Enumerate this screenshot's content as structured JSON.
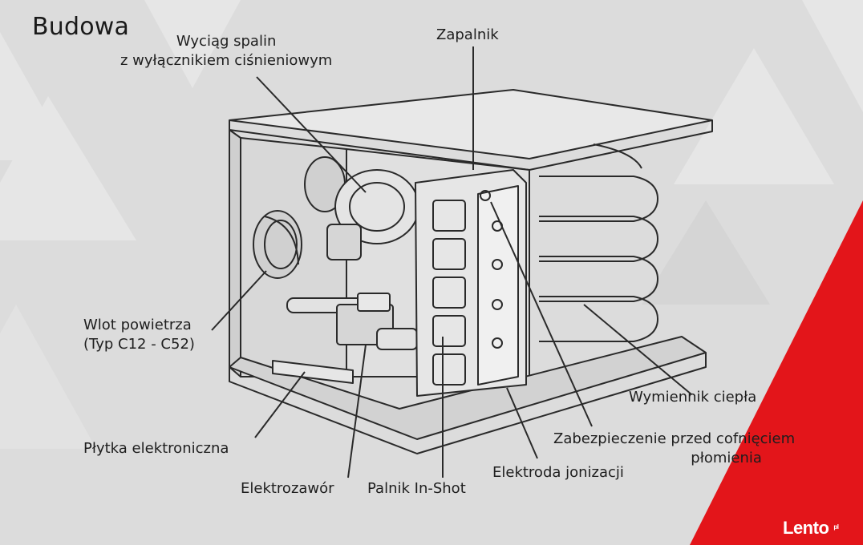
{
  "title": "Budowa",
  "labels": {
    "flue_fan": [
      "Wyciąg spalin",
      "z wyłącznikiem ciśnieniowym"
    ],
    "igniter": "Zapalnik",
    "air_inlet": [
      "Wlot powietrza",
      "(Typ C12 - C52)"
    ],
    "heat_exchanger": "Wymiennik ciepła",
    "flame_protection": [
      "Zabezpieczenie przed cofnięciem",
      "płomienia"
    ],
    "ionization_electrode": "Elektroda jonizacji",
    "burner": "Palnik In-Shot",
    "solenoid_valve": "Elektrozawór",
    "control_board": "Płytka elektroniczna"
  },
  "watermark": {
    "name": "Lento",
    "suffix": "pl"
  },
  "colors": {
    "background": "#dcdcdc",
    "accent": "#e3151a",
    "line": "#2a2a2a",
    "text": "#1e1e1e"
  }
}
